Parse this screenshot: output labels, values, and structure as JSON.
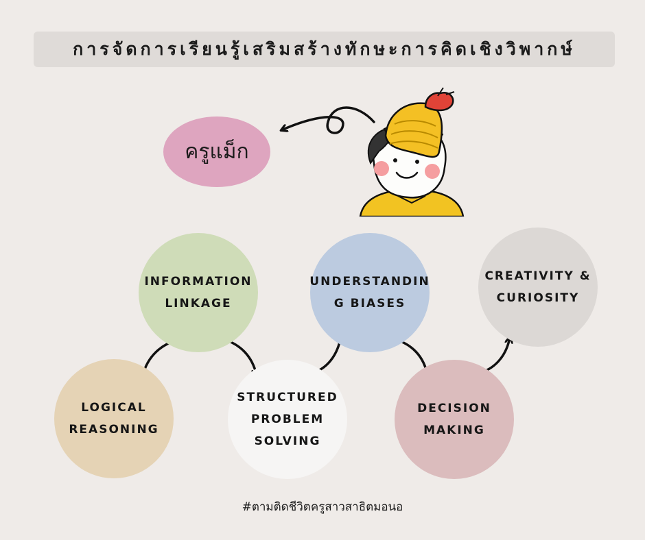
{
  "header": {
    "title": "การจัดการเรียนรู้เสริมสร้างทักษะการคิดเชิงวิพากษ์"
  },
  "author": {
    "name": "ครูแม็ก"
  },
  "diagram": {
    "nodes": [
      {
        "id": "logical",
        "label": "LOGICAL\nREASONING",
        "color": "#e5d3b5"
      },
      {
        "id": "information",
        "label": "INFORMATION\nLINKAGE",
        "color": "#cfdcb8"
      },
      {
        "id": "structured",
        "label": "STRUCTURED\nPROBLEM\nSOLVING",
        "color": "#f6f5f4"
      },
      {
        "id": "understanding",
        "label": "UNDERSTANDIN\nG BIASES",
        "color": "#bccbe0"
      },
      {
        "id": "decision",
        "label": "DECISION\nMAKING",
        "color": "#dbbcbd"
      },
      {
        "id": "creativity",
        "label": "CREATIVITY &\nCURIOSITY",
        "color": "#dcd8d5"
      }
    ],
    "edges": [
      [
        "logical",
        "information"
      ],
      [
        "information",
        "structured"
      ],
      [
        "structured",
        "understanding"
      ],
      [
        "understanding",
        "decision"
      ],
      [
        "decision",
        "creativity"
      ]
    ]
  },
  "footer": {
    "hashtag": "#ตามติดชีวิตครูสาวสาธิตมอนอ"
  }
}
